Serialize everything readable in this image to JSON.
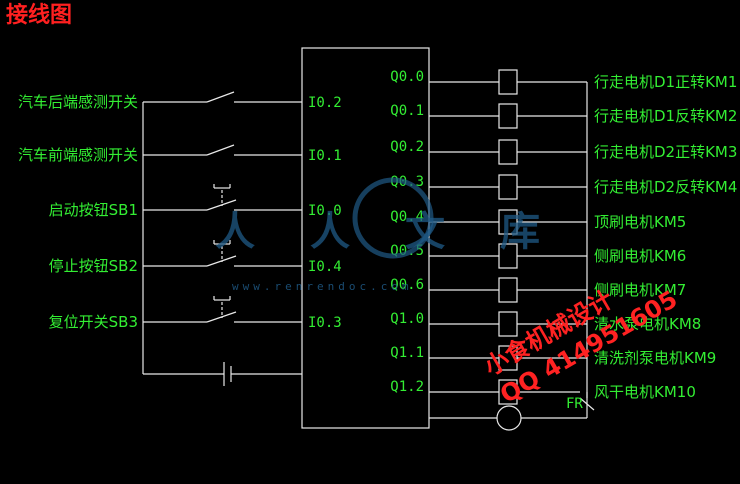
{
  "title": "接线图",
  "inputs": [
    {
      "label": "汽车后端感测开关",
      "terminal": "I0.2",
      "kind": "no"
    },
    {
      "label": "汽车前端感测开关",
      "terminal": "I0.1",
      "kind": "no"
    },
    {
      "label": "启动按钮SB1",
      "terminal": "I0.0",
      "kind": "button"
    },
    {
      "label": "停止按钮SB2",
      "terminal": "I0.4",
      "kind": "button"
    },
    {
      "label": "复位开关SB3",
      "terminal": "I0.3",
      "kind": "button"
    }
  ],
  "outputs": [
    {
      "terminal": "Q0.0",
      "label": "行走电机D1正转KM1"
    },
    {
      "terminal": "Q0.1",
      "label": "行走电机D1反转KM2"
    },
    {
      "terminal": "Q0.2",
      "label": "行走电机D2正转KM3"
    },
    {
      "terminal": "Q0.3",
      "label": "行走电机D2反转KM4"
    },
    {
      "terminal": "Q0.4",
      "label": "顶刷电机KM5"
    },
    {
      "terminal": "Q0.5",
      "label": "侧刷电机KM6"
    },
    {
      "terminal": "Q0.6",
      "label": "侧刷电机KM7"
    },
    {
      "terminal": "Q1.0",
      "label": "清水泵电机KM8"
    },
    {
      "terminal": "Q1.1",
      "label": "清洗剂泵电机KM9"
    },
    {
      "terminal": "Q1.2",
      "label": "风干电机KM10"
    }
  ],
  "fr_label": "FR",
  "watermark": {
    "red_line1": "小食机械设计",
    "red_line2": "QQ 414951605",
    "site_name": "人人文库",
    "site_url": "www.renrendoc.com"
  },
  "colors": {
    "background": "#000000",
    "wire": "#e8e8e8",
    "text": "#33ee33",
    "title": "#ff2020"
  }
}
